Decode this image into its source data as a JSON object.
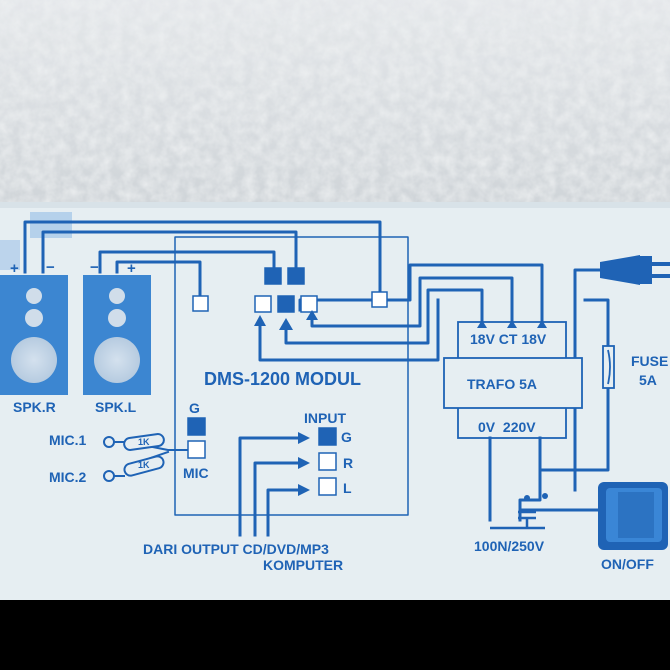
{
  "colors": {
    "board_background": "#e6eef2",
    "ink_blue": "#1f63b5",
    "wall_texture": "#d9dde0",
    "bottom_bar": "#000000"
  },
  "labels": {
    "module": "DMS-1200 MODUL",
    "spk_r": "SPK.R",
    "spk_l": "SPK.L",
    "plus": "+",
    "minus": "−",
    "mic1": "MIC.1",
    "mic2": "MIC.2",
    "resistor": "1K",
    "g_top": "G",
    "mic": "MIC",
    "input": "INPUT",
    "input_g": "G",
    "input_r": "R",
    "input_l": "L",
    "dari": "DARI OUTPUT CD/DVD/MP3",
    "komputer": "KOMPUTER",
    "trafo_top": "18V CT 18V",
    "trafo": "TRAFO 5A",
    "trafo_bottom": "0V  220V",
    "fuse": "FUSE",
    "fuse_rating": "5A",
    "capacitor": "100N/250V",
    "onoff": "ON/OFF"
  }
}
